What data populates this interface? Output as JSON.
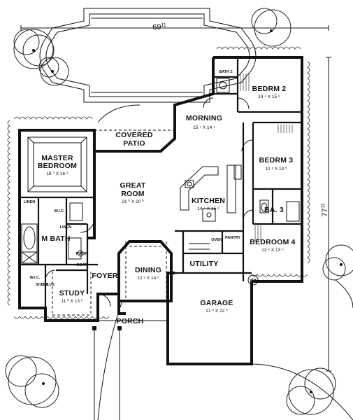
{
  "overall_width": "69",
  "overall_width_in": "11",
  "overall_depth": "77",
  "overall_depth_in": "11",
  "rooms": {
    "bath2": {
      "name": "BATH 2"
    },
    "bedrm2": {
      "name": "BEDRM 2",
      "size": "14 ⁴ X 15 ⁸"
    },
    "morning": {
      "name": "MORNING",
      "size": "15 ⁴ X 14 ⁴"
    },
    "covered_patio": {
      "name": "COVERED",
      "name2": "PATIO"
    },
    "master": {
      "name": "MASTER",
      "name2": "BEDROOM",
      "size": "18 ⁰ X 16 ⁸"
    },
    "bedrm3": {
      "name": "BEDRM 3",
      "size": "10 ⁸ X 14 ⁰"
    },
    "great_room": {
      "name": "GREAT",
      "name2": "ROOM",
      "size": "21 ⁰ X 20 ⁰"
    },
    "kitchen": {
      "name": "KITCHEN",
      "size": "14 ⁴ X 15 ⁸"
    },
    "ba3": {
      "name": "BA. 3"
    },
    "m_bath": {
      "name": "M BATH"
    },
    "linen1": {
      "name": "LINEN"
    },
    "linen2": {
      "name": "LINEN"
    },
    "wic1": {
      "name": "W.I.C."
    },
    "wic2": {
      "name": "W.I.C."
    },
    "pantry": {
      "name": "PANTRY"
    },
    "oven": {
      "name": "OVEN"
    },
    "bedroom4": {
      "name": "BEDROOM 4",
      "size": "13 ⁴ X 13 ⁶"
    },
    "pwdr": {
      "name": "PWDR"
    },
    "utility": {
      "name": "UTILITY"
    },
    "foyer": {
      "name": "FOYER"
    },
    "dining": {
      "name": "DINING",
      "size": "12 ⁴ X 14 ⁶"
    },
    "study": {
      "name": "STUDY",
      "size": "11 ⁰ X 13 ⁶"
    },
    "garage": {
      "name": "GARAGE",
      "size": "21 ⁰ X 22 ⁰"
    },
    "porch": {
      "name": "PORCH"
    },
    "wh": {
      "name": "WH"
    },
    "shelves": {
      "name": "SHLVS"
    },
    "shelves2": {
      "name": "SHLVS"
    },
    "coat": {
      "name": "COAT"
    }
  }
}
